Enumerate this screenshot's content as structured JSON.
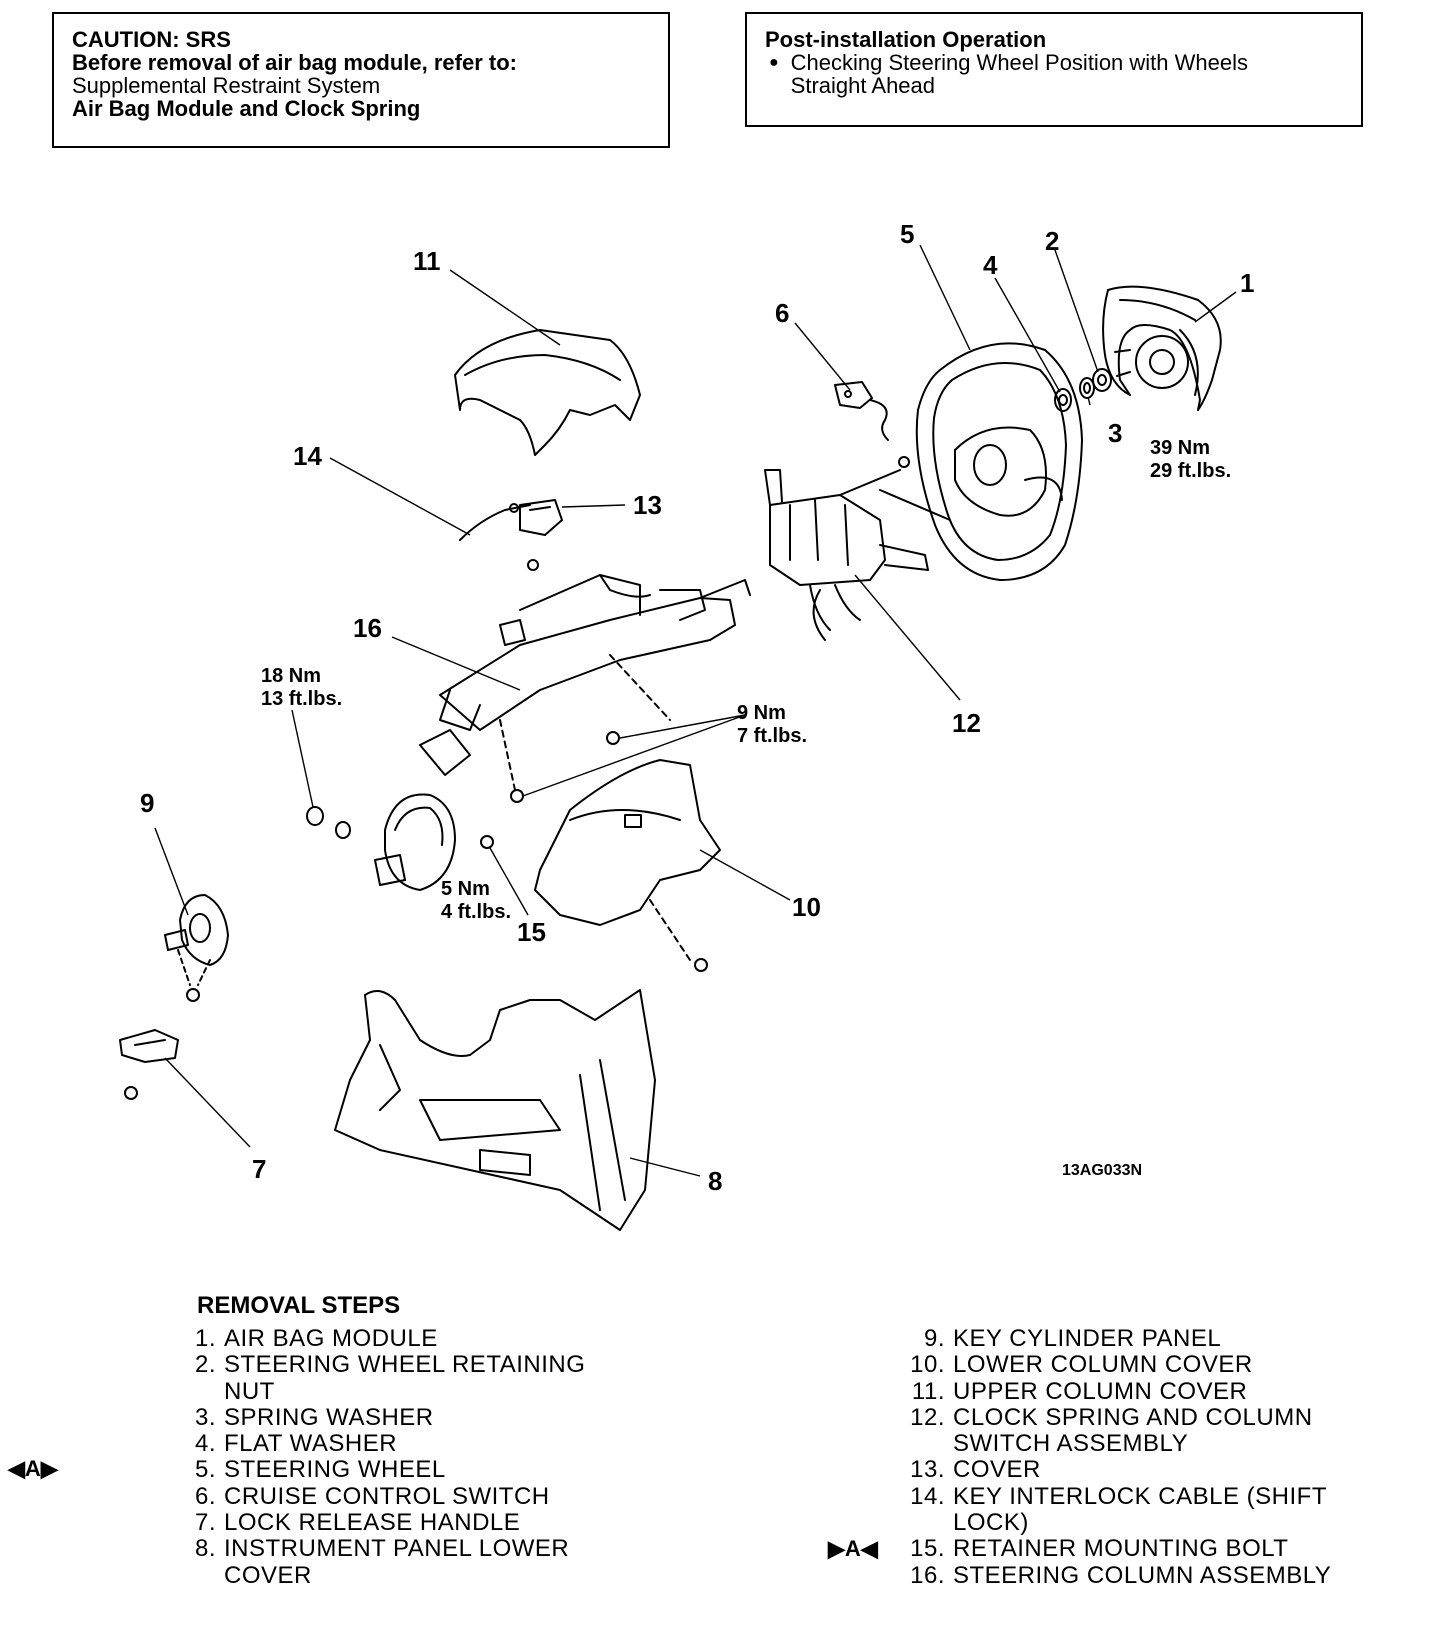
{
  "caution_box": {
    "title": "CAUTION: SRS",
    "line1": "Before removal of air bag module, refer to:",
    "line2": "Supplemental Restraint System",
    "line3": "Air Bag Module and Clock Spring"
  },
  "post_install_box": {
    "title": "Post-installation Operation",
    "bullet_line1": "Checking Steering Wheel Position with Wheels",
    "bullet_line2": "Straight Ahead"
  },
  "diagram": {
    "callouts": [
      "1",
      "2",
      "3",
      "4",
      "5",
      "6",
      "7",
      "8",
      "9",
      "10",
      "11",
      "12",
      "13",
      "14",
      "15",
      "16"
    ],
    "torques": {
      "t39": [
        "39 Nm",
        "29 ft.lbs."
      ],
      "t18": [
        "18 Nm",
        "13 ft.lbs."
      ],
      "t9": [
        "9 Nm",
        "7 ft.lbs."
      ],
      "t5": [
        "5 Nm",
        "4 ft.lbs."
      ]
    },
    "figure_code": "13AG033N"
  },
  "removal_steps": {
    "title": "REMOVAL STEPS",
    "left": [
      {
        "num": "1.",
        "lines": [
          "AIR BAG MODULE"
        ]
      },
      {
        "num": "2.",
        "lines": [
          "STEERING WHEEL RETAINING",
          "NUT"
        ]
      },
      {
        "num": "3.",
        "lines": [
          "SPRING WASHER"
        ]
      },
      {
        "num": "4.",
        "lines": [
          "FLAT WASHER"
        ]
      },
      {
        "num": "5.",
        "lines": [
          "STEERING WHEEL"
        ]
      },
      {
        "num": "6.",
        "lines": [
          "CRUISE CONTROL SWITCH"
        ]
      },
      {
        "num": "7.",
        "lines": [
          "LOCK RELEASE HANDLE"
        ]
      },
      {
        "num": "8.",
        "lines": [
          "INSTRUMENT PANEL LOWER",
          "COVER"
        ]
      }
    ],
    "right": [
      {
        "num": "9.",
        "lines": [
          "KEY CYLINDER PANEL"
        ]
      },
      {
        "num": "10.",
        "lines": [
          "LOWER COLUMN COVER"
        ]
      },
      {
        "num": "11.",
        "lines": [
          "UPPER COLUMN COVER"
        ]
      },
      {
        "num": "12.",
        "lines": [
          "CLOCK SPRING AND COLUMN",
          "SWITCH ASSEMBLY"
        ]
      },
      {
        "num": "13.",
        "lines": [
          "COVER"
        ]
      },
      {
        "num": "14.",
        "lines": [
          "KEY INTERLOCK CABLE (SHIFT",
          "LOCK)"
        ]
      },
      {
        "num": "15.",
        "lines": [
          "RETAINER MOUNTING BOLT"
        ]
      },
      {
        "num": "16.",
        "lines": [
          "STEERING COLUMN ASSEMBLY"
        ]
      }
    ],
    "marker": "A"
  }
}
